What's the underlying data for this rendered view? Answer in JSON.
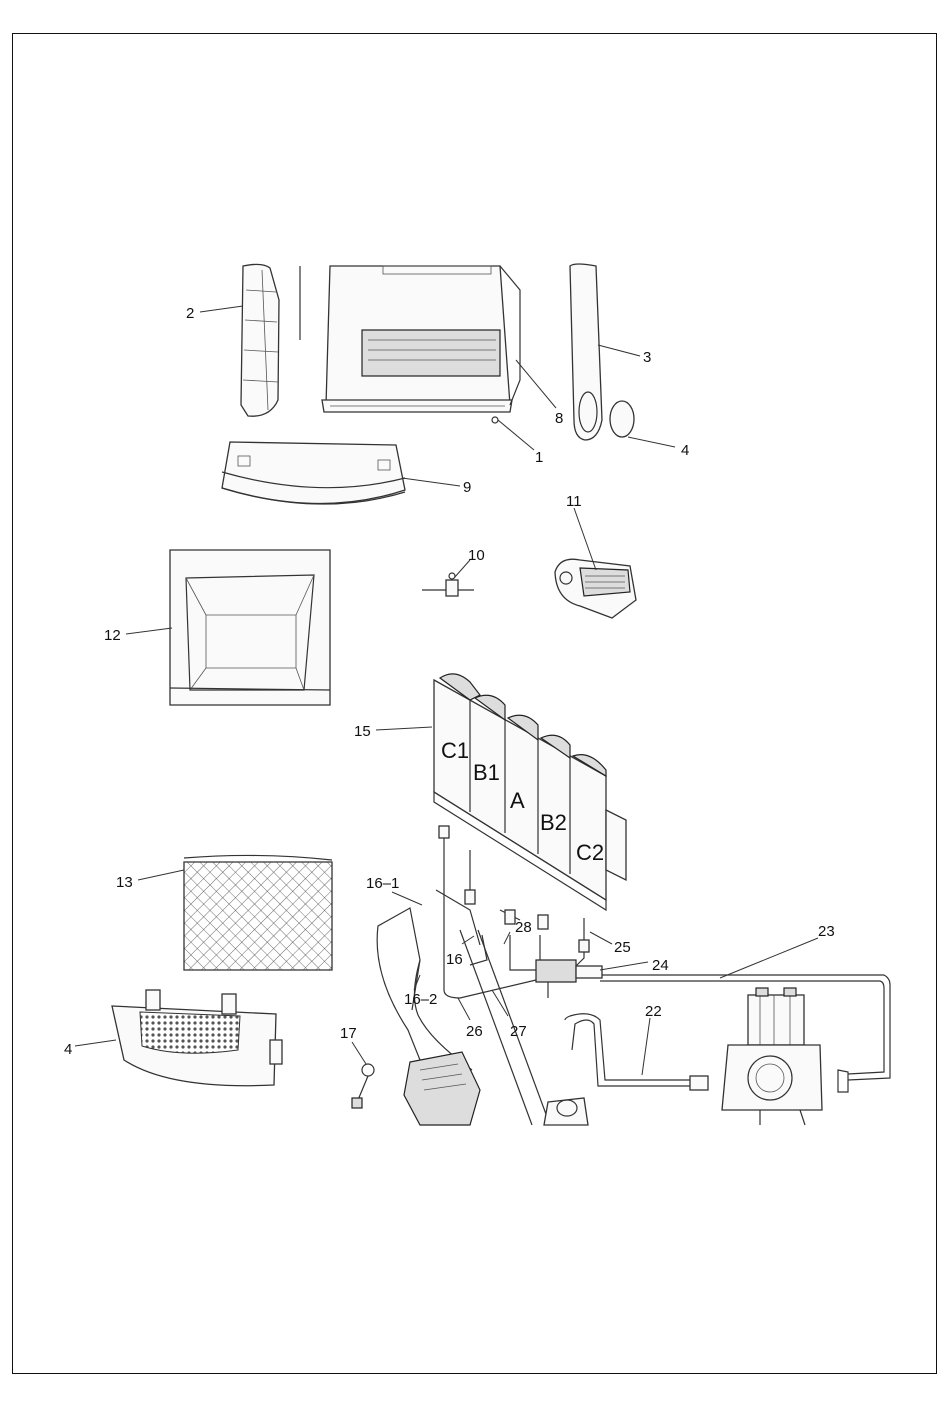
{
  "callouts": {
    "c1": "1",
    "c2": "2",
    "c3": "3",
    "c4a": "4",
    "c4b": "4",
    "c8": "8",
    "c9": "9",
    "c10": "10",
    "c11": "11",
    "c12": "12",
    "c13": "13",
    "c15": "15",
    "c16": "16",
    "c16_1": "16–1",
    "c16_2": "16–2",
    "c17": "17",
    "c22": "22",
    "c23": "23",
    "c24": "24",
    "c25": "25",
    "c26": "26",
    "c27": "27",
    "c28": "28"
  },
  "burner_labels": {
    "c1": "C1",
    "b1": "B1",
    "a": "A",
    "b2": "B2",
    "c2": "C2"
  }
}
